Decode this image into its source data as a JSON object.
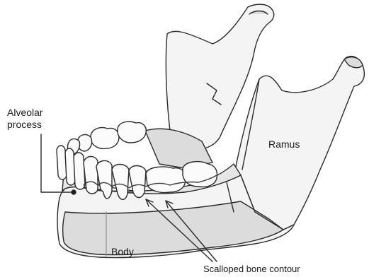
{
  "labels": {
    "alveolar_process": "Alveolar process",
    "ramus": "Ramus",
    "body": "Body",
    "scalloped_bone_contour": "Scalloped bone contour"
  },
  "colors": {
    "outline": "#2a2a2a",
    "bone_light": "#f4f4f4",
    "bone_mid": "#dcdcdc",
    "bone_shadow": "#c4c4c4",
    "tooth": "#fbfbfb",
    "background": "#ffffff"
  }
}
